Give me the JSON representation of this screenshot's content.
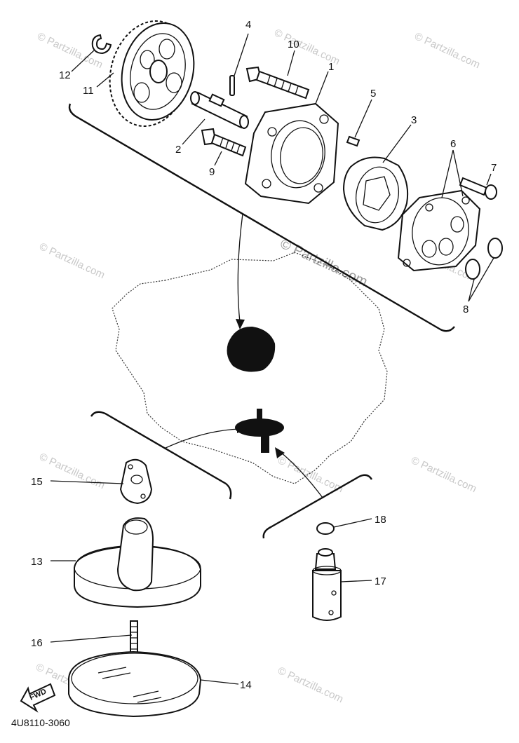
{
  "diagram": {
    "part_labels": [
      {
        "id": "p1",
        "text": "1"
      },
      {
        "id": "p2",
        "text": "2"
      },
      {
        "id": "p3",
        "text": "3"
      },
      {
        "id": "p4",
        "text": "4"
      },
      {
        "id": "p5",
        "text": "5"
      },
      {
        "id": "p6",
        "text": "6"
      },
      {
        "id": "p7",
        "text": "7"
      },
      {
        "id": "p8",
        "text": "8"
      },
      {
        "id": "p9",
        "text": "9"
      },
      {
        "id": "p10",
        "text": "10"
      },
      {
        "id": "p11",
        "text": "11"
      },
      {
        "id": "p12",
        "text": "12"
      },
      {
        "id": "p13",
        "text": "13"
      },
      {
        "id": "p14",
        "text": "14"
      },
      {
        "id": "p15",
        "text": "15"
      },
      {
        "id": "p16",
        "text": "16"
      },
      {
        "id": "p17",
        "text": "17"
      },
      {
        "id": "p18",
        "text": "18"
      }
    ],
    "diagram_code": "4U8110-3060",
    "fwd_arrow_text": "FWD",
    "watermark_center": "© Partzilla.com",
    "watermark_repeat": "© Partzilla.com",
    "colors": {
      "ink": "#111111",
      "watermark": "#c9c9c9",
      "background": "#ffffff"
    }
  }
}
